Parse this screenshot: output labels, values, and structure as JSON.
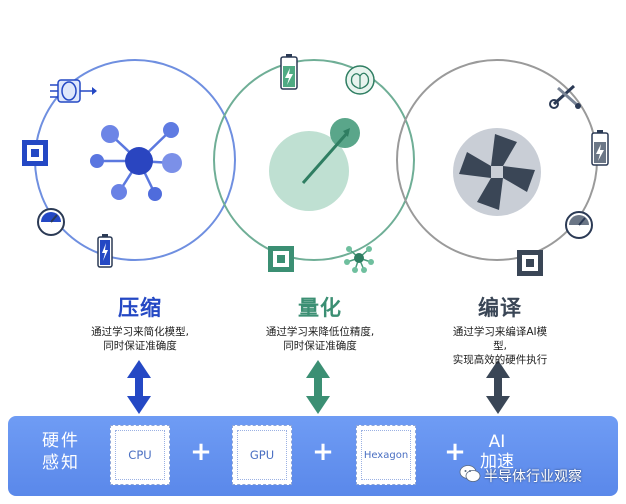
{
  "colors": {
    "compress": "#2448c4",
    "quantize": "#3b8f73",
    "compile": "#3a4656",
    "bar": "#6492ee"
  },
  "stages": [
    {
      "key": "compress",
      "title": "压缩",
      "desc_lines": [
        "通过学习来简化模型,",
        "同时保证准确度"
      ],
      "icons": [
        "cooling-fan-icon",
        "chip-icon",
        "speedometer-icon",
        "battery-icon",
        "network-graph-icon"
      ]
    },
    {
      "key": "quantize",
      "title": "量化",
      "desc_lines": [
        "通过学习来降低位精度,",
        "同时保证准确度"
      ],
      "icons": [
        "battery-icon",
        "brain-icon",
        "chip-icon",
        "network-graph-icon",
        "dial-arrow-icon"
      ]
    },
    {
      "key": "compile",
      "title": "编译",
      "desc_lines": [
        "通过学习来编译AI模",
        "型,",
        "实现高效的硬件执行"
      ],
      "icons": [
        "tools-icon",
        "battery-icon",
        "speedometer-icon",
        "chip-icon",
        "fan-blades-icon"
      ]
    }
  ],
  "hardware": {
    "title_lines": [
      "硬件",
      "感知"
    ],
    "chips": [
      "CPU",
      "GPU",
      "Hexagon"
    ],
    "plus": "+",
    "ai_lines": [
      "AI",
      "加速"
    ]
  },
  "watermark": "半导体行业观察"
}
